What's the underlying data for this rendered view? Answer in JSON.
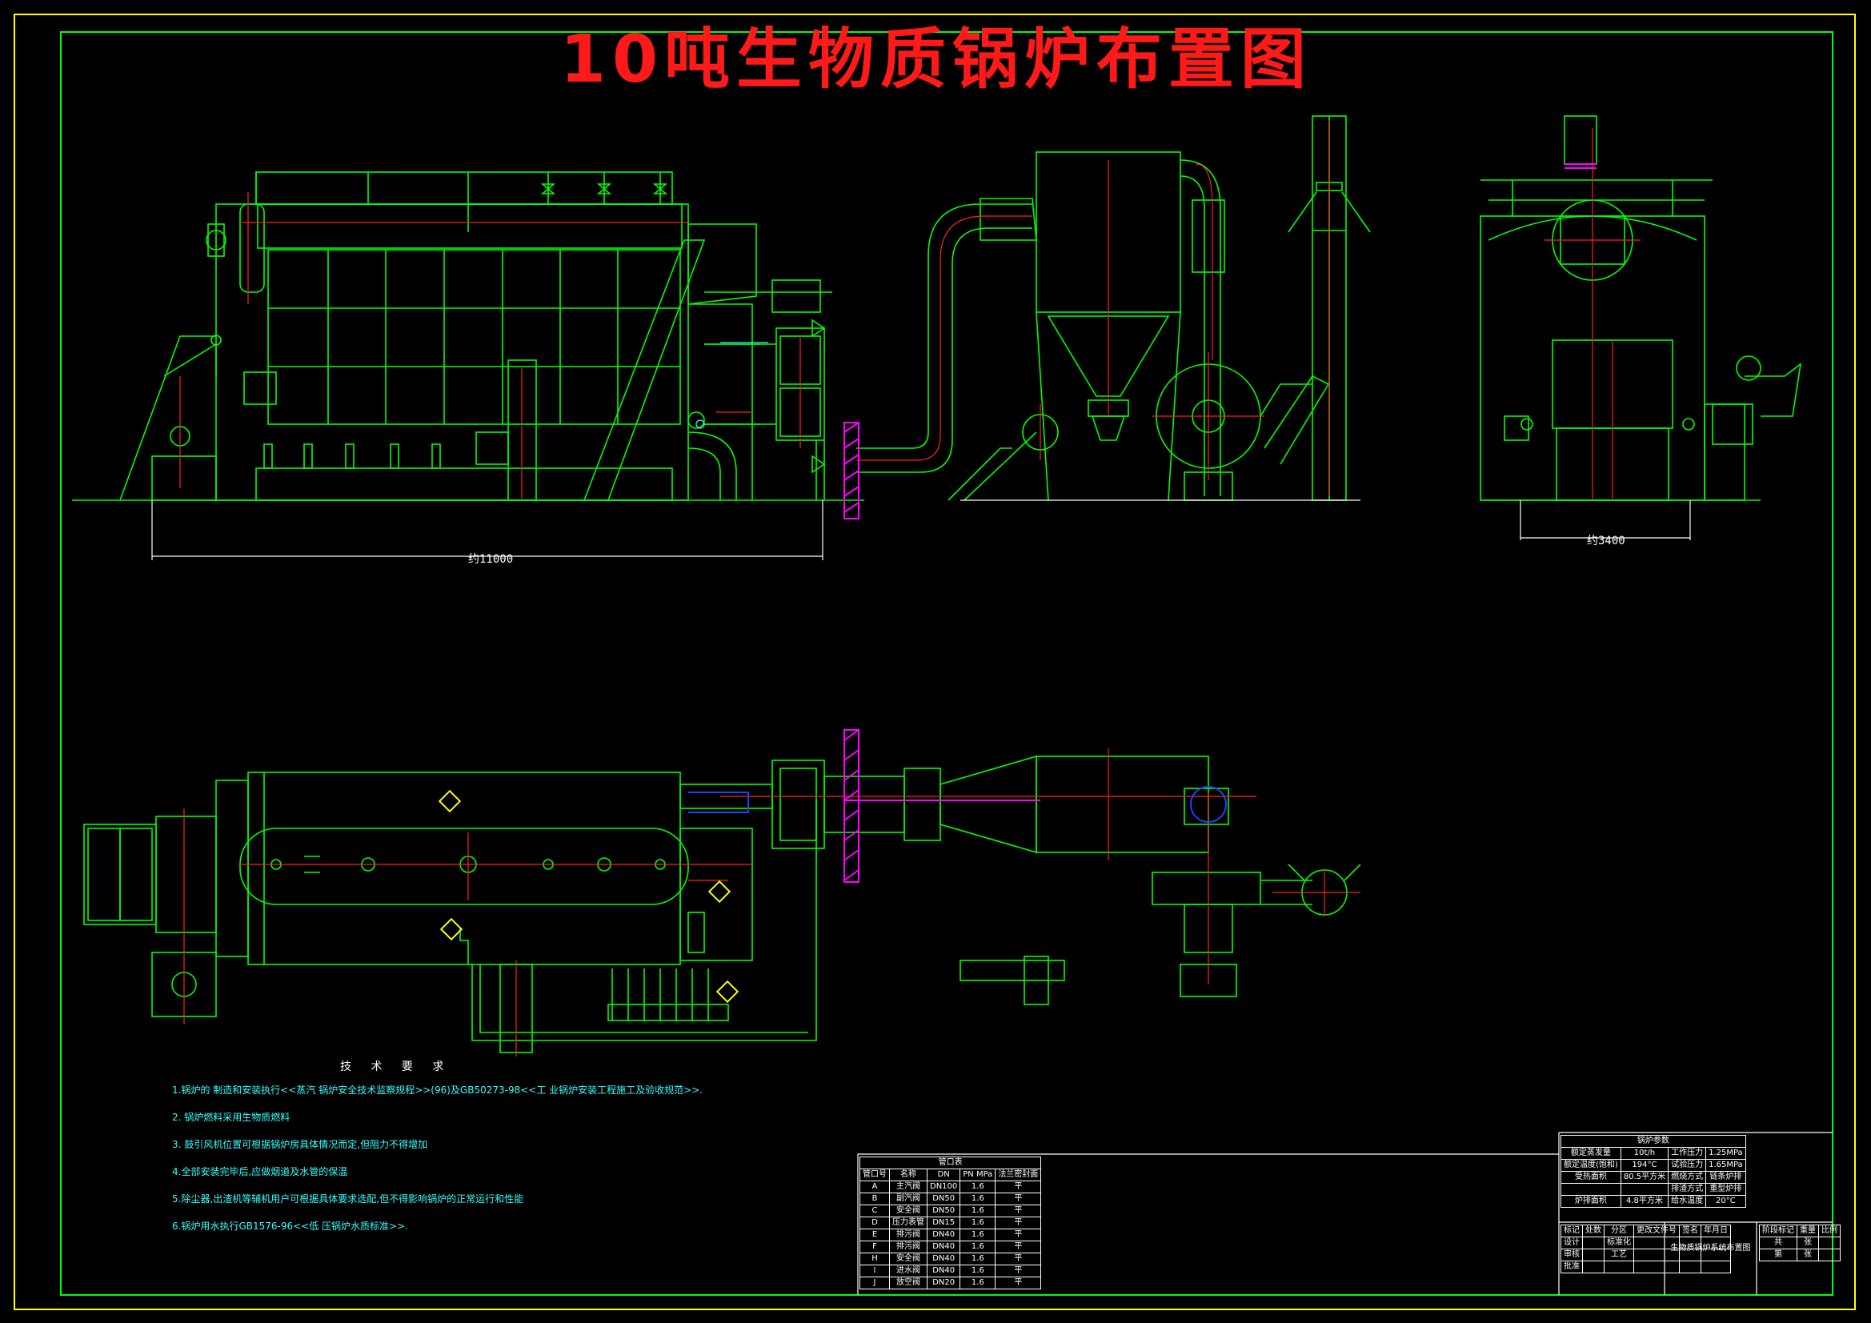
{
  "title": "10吨生物质锅炉布置图",
  "dimensions": {
    "width_overall": "约11000",
    "width_side": "约3400"
  },
  "colors": {
    "outline": "#00ff00",
    "centerline": "#ff2020",
    "annotation": "#33ffff",
    "frame": "#ffff00",
    "text": "#ffffff",
    "accent": "#ff00ff",
    "pipe": "#0000ff"
  },
  "tech_notes": {
    "heading": "技 术 要 求",
    "items": [
      "1.锅炉的 制造和安装执行<<蒸汽 锅炉安全技术监察规程>>(96)及GB50273-98<<工  业锅炉安装工程施工及验收规范>>.",
      "2. 锅炉燃料采用生物质燃料",
      "3. 鼓引风机位置可根据锅炉房具体情况而定,但阻力不得增加",
      "4.全部安装完毕后,应做烟道及水管的保温",
      "5.除尘器,出渣机等辅机用户可根据具体要求选配,但不得影响锅炉的正常运行和性能",
      "6.锅炉用水执行GB1576-96<<低  压锅炉水质标准>>."
    ]
  },
  "nozzle_table": {
    "title": "管口表",
    "headers": [
      "管口号",
      "名称",
      "DN",
      "PN MPa",
      "法兰密封面"
    ],
    "rows": [
      [
        "A",
        "主汽阀",
        "DN100",
        "1.6",
        "平"
      ],
      [
        "B",
        "副汽阀",
        "DN50",
        "1.6",
        "平"
      ],
      [
        "C",
        "安全阀",
        "DN50",
        "1.6",
        "平"
      ],
      [
        "D",
        "压力表管",
        "DN15",
        "1.6",
        "平"
      ],
      [
        "E",
        "排污阀",
        "DN40",
        "1.6",
        "平"
      ],
      [
        "F",
        "排污阀",
        "DN40",
        "1.6",
        "平"
      ],
      [
        "H",
        "安全阀",
        "DN40",
        "1.6",
        "平"
      ],
      [
        "I",
        "进水阀",
        "DN40",
        "1.6",
        "平"
      ],
      [
        "J",
        "放空阀",
        "DN20",
        "1.6",
        "平"
      ]
    ]
  },
  "params_table": {
    "title": "锅炉参数",
    "rows": [
      [
        "额定蒸发量",
        "10t/h",
        "工作压力",
        "1.25MPa"
      ],
      [
        "额定温度(饱和)",
        "194°C",
        "试验压力",
        "1.65MPa"
      ],
      [
        "受热面积",
        "80.5平方米",
        "燃烧方式",
        "链条炉排"
      ],
      [
        "",
        "",
        "排渣方式",
        "重型炉排"
      ],
      [
        "炉排面积",
        "4.8平方米",
        "给水温度",
        "20°C"
      ]
    ]
  },
  "title_block": {
    "drawing_name": "生物质锅炉系统布置图",
    "labels": [
      "标记",
      "处数",
      "分区",
      "更改文件号",
      "签名",
      "年月日",
      "设计",
      "标准化",
      "审核",
      "工艺",
      "批准",
      "阶段标记",
      "重量",
      "比例",
      "共",
      "张",
      "第",
      "张"
    ]
  }
}
